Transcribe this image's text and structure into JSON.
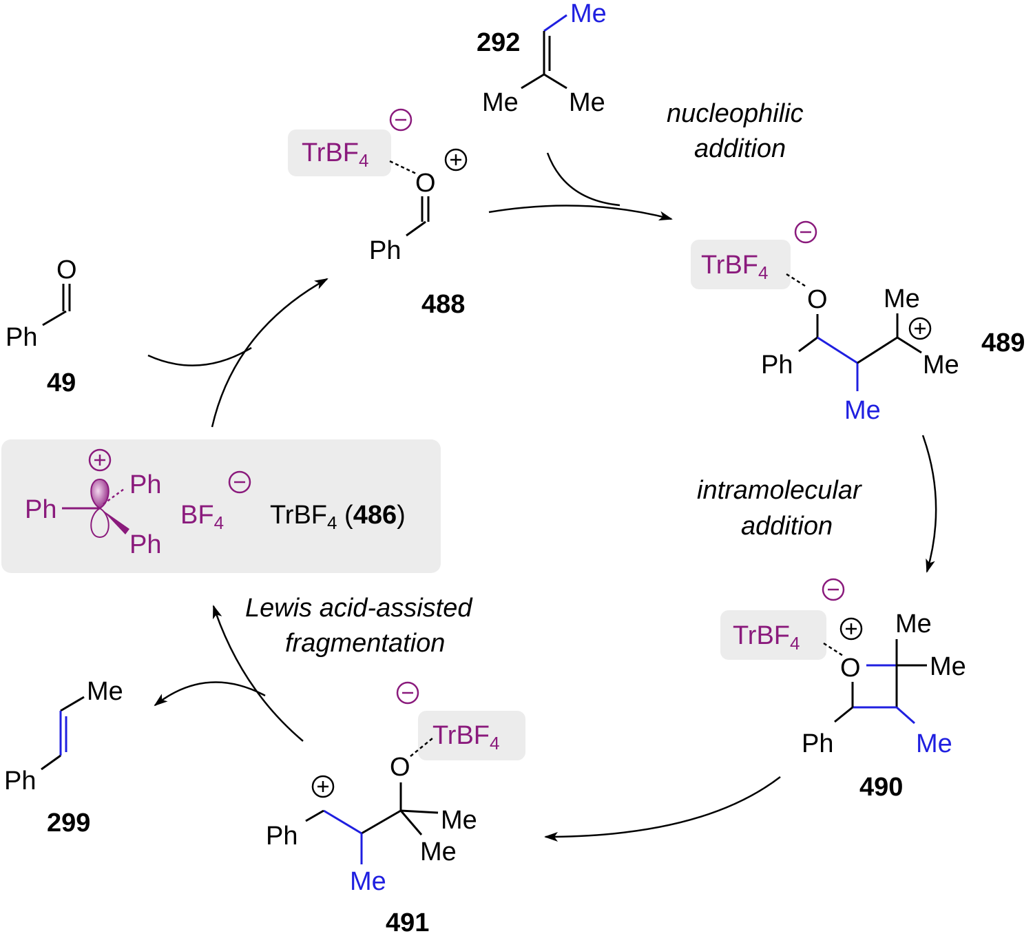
{
  "atoms": {
    "me": "Me",
    "ph": "Ph",
    "o": "O",
    "tr": "TrBF",
    "sub4": "4",
    "bf": "BF",
    "plus": "+",
    "minus": "−"
  },
  "compounds": {
    "c292": "292",
    "c488": "488",
    "c49": "49",
    "c489": "489",
    "c490": "490",
    "c491": "491",
    "c299": "299"
  },
  "catalyst": {
    "name_prefix": "TrBF",
    "name_sub": "4",
    "open_paren": " (",
    "number": "486",
    "close_paren": ")"
  },
  "steps": {
    "nucleophilic_1": "nucleophilic",
    "nucleophilic_2": "addition",
    "intramolecular_1": "intramolecular",
    "intramolecular_2": "addition",
    "fragmentation_1": "Lewis acid-assisted",
    "fragmentation_2": "fragmentation"
  },
  "colors": {
    "lewis_acid": "#8a1a7c",
    "new_bond": "#1f1fe0",
    "highlight_box": "#ececec"
  }
}
